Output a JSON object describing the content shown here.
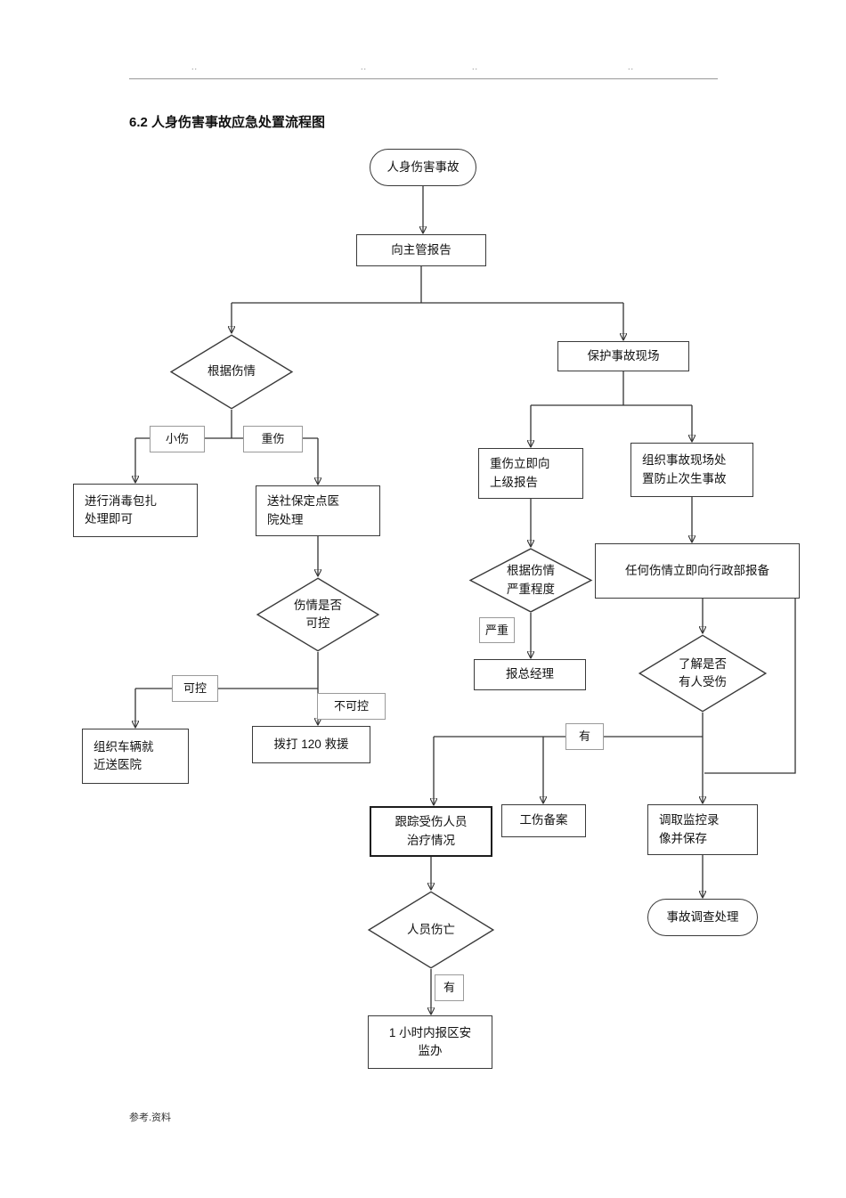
{
  "page": {
    "title": "6.2 人身伤害事故应急处置流程图",
    "footer": "参考.资料",
    "header_marks": [
      "..",
      "..",
      "..",
      ".."
    ]
  },
  "nodes": {
    "start": "人身伤害事故",
    "report_supervisor": "向主管报告",
    "by_injury": "根据伤情",
    "protect_scene": "保护事故现场",
    "minor": "小伤",
    "serious": "重伤",
    "disinfect": "进行消毒包扎\n处理即可",
    "hospital": "送社保定点医\n院处理",
    "controllable_q": "伤情是否\n可控",
    "controllable": "可控",
    "uncontrollable": "不可控",
    "vehicle": "组织车辆就\n近送医院",
    "call_120": "拨打 120 救援",
    "report_superior": "重伤立即向\n上级报告",
    "prevent_secondary": "组织事故现场处\n置防止次生事故",
    "severity_q": "根据伤情\n严重程度",
    "severe": "严重",
    "report_gm": "报总经理",
    "report_admin": "任何伤情立即向行政部报备",
    "anyone_injured_q": "了解是否\n有人受伤",
    "yes_injured": "有",
    "track_treatment": "跟踪受伤人员\n治疗情况",
    "work_injury_filing": "工伤备案",
    "retrieve_video": "调取监控录\n像并保存",
    "investigation": "事故调查处理",
    "casualty_q": "人员伤亡",
    "yes_casualty": "有",
    "report_district": "1 小时内报区安\n监办"
  }
}
